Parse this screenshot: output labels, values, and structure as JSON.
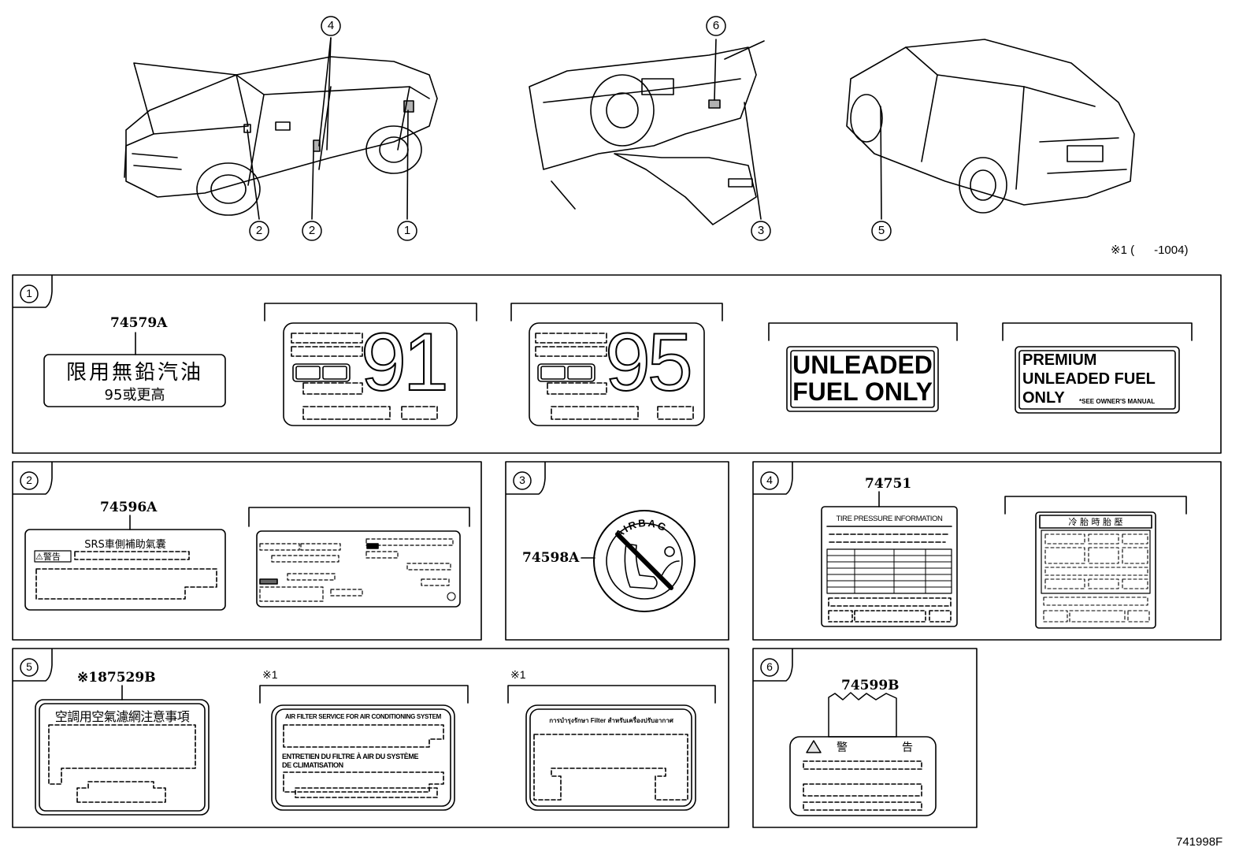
{
  "colors": {
    "ink": "#000000",
    "paper": "#ffffff"
  },
  "callouts": {
    "c1": "1",
    "c2": "2",
    "c3": "3",
    "c4": "4",
    "c5": "5",
    "c6": "6"
  },
  "note_top": "※1 (      -1004)",
  "diagram_code": "741998F",
  "panel1": {
    "part": "74579A",
    "label_cn_line1": "限用無鉛汽油",
    "label_cn_line2": "95或更高",
    "octane_a": "91",
    "octane_b": "95",
    "unleaded_line1": "UNLEADED",
    "unleaded_line2": "FUEL ONLY",
    "premium_line1": "PREMIUM",
    "premium_line2": "UNLEADED FUEL",
    "premium_line3": "ONLY",
    "premium_note": "*SEE OWNER'S MANUAL"
  },
  "panel2": {
    "part": "74596A",
    "srs_title": "SRS車側補助氣囊",
    "warning_tag": "⚠警告"
  },
  "panel3": {
    "part": "74598A",
    "airbag_text": "AIRBAG"
  },
  "panel4": {
    "part": "74751",
    "tire_title": "TIRE PRESSURE INFORMATION",
    "cold_title": "冷 胎 時 胎 壓"
  },
  "panel5": {
    "part": "※187529B",
    "note_b": "※1",
    "note_c": "※1",
    "cn_title": "空調用空氣濾網注意事項",
    "air_en": "AIR FILTER SERVICE FOR AIR CONDITIONING SYSTEM",
    "air_fr_line1": "ENTRETIEN DU FILTRE À AIR DU SYSTÈME",
    "air_fr_line2": "DE CLIMATISATION",
    "thai_title": "การบำรุงรักษา Filter สำหรับเครื่องปรับอากาศ"
  },
  "panel6": {
    "part": "74599B",
    "warn_left": "警",
    "warn_right": "告"
  }
}
